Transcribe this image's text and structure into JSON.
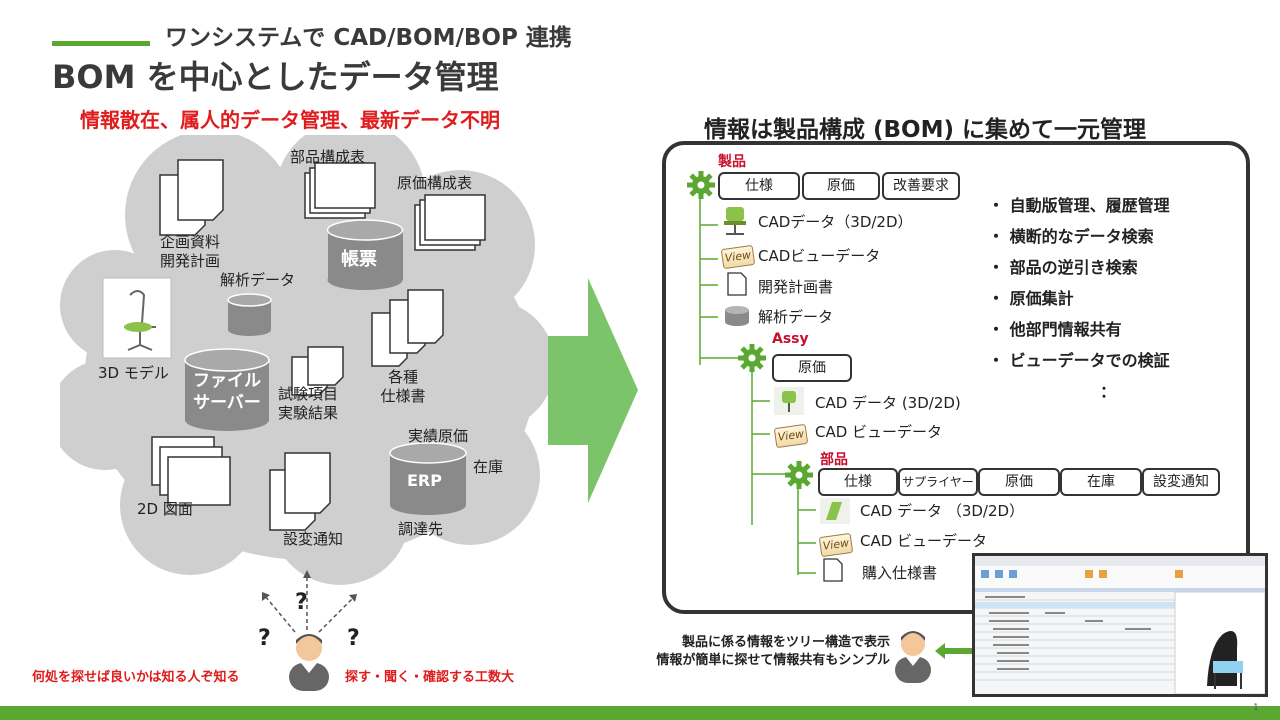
{
  "header": {
    "subtitle": "ワンシステムで CAD/BOM/BOP 連携",
    "title": "BOM を中心としたデータ管理"
  },
  "left": {
    "heading": "情報散在、属人的データ管理、最新データ不明",
    "items": {
      "parts_list": "部品構成表",
      "cost_list": "原価構成表",
      "planning_line1": "企画資料",
      "planning_line2": "開発計画",
      "ledger": "帳票",
      "analysis": "解析データ",
      "model3d": "3D モデル",
      "fileserver_line1": "ファイル",
      "fileserver_line2": "サーバー",
      "test_line1": "試験項目",
      "test_line2": "実験結果",
      "specs_line1": "各種",
      "specs_line2": "仕様書",
      "actual_cost": "実績原価",
      "erp": "ERP",
      "inventory": "在庫",
      "procurement": "調達先",
      "drawing2d": "2D 図面",
      "ecn": "設変通知"
    },
    "caption_left": "何処を探せば良いかは知る人ぞ知る",
    "caption_right": "探す・聞く・確認する工数大",
    "question": "?"
  },
  "right": {
    "heading": "情報は製品構成 (BOM) に集めて一元管理",
    "product": {
      "label": "製品",
      "boxes": [
        "仕様",
        "原価",
        "改善要求"
      ],
      "children": [
        "CADデータ（3D/2D）",
        "CADビューデータ",
        "開発計画書",
        "解析データ"
      ]
    },
    "assy": {
      "label": "Assy",
      "boxes": [
        "原価"
      ],
      "children": [
        "CAD データ (3D/2D)",
        "CAD ビューデータ"
      ]
    },
    "part": {
      "label": "部品",
      "boxes": [
        "仕様",
        "サプライヤー",
        "原価",
        "在庫",
        "設変通知"
      ],
      "children": [
        "CAD データ （3D/2D）",
        "CAD ビューデータ",
        "購入仕様書"
      ]
    },
    "view_tag": "View",
    "features": [
      "・ 自動版管理、履歴管理",
      "・ 横断的なデータ検索",
      "・ 部品の逆引き検索",
      "・ 原価集計",
      "・ 他部門情報共有",
      "・ ビューデータでの検証",
      "："
    ],
    "caption_line1": "製品に係る情報をツリー構造で表示",
    "caption_line2": "情報が簡単に探せて情報共有もシンプル"
  },
  "footer": {
    "page_number": "1"
  },
  "colors": {
    "accent_green": "#5aa832",
    "alert_red": "#e01c1c",
    "node_red": "#c8102e"
  }
}
